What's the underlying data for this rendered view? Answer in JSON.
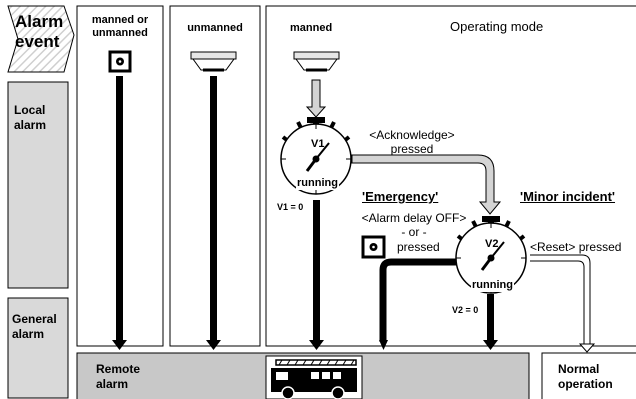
{
  "row_labels": {
    "alarm_event": [
      "Alarm",
      "event"
    ],
    "local_alarm": [
      "Local",
      "alarm"
    ],
    "general_alarm": [
      "General",
      "alarm"
    ],
    "remote_alarm": [
      "Remote",
      "alarm"
    ],
    "normal_operation": [
      "Normal",
      "operation"
    ]
  },
  "columns": {
    "manned_or_unmanned": [
      "manned or",
      "unmanned"
    ],
    "unmanned": "unmanned",
    "manned": "manned",
    "operating_mode": "Operating mode"
  },
  "timers": {
    "v1": {
      "name": "V1",
      "state": "running",
      "zero_label": "V1 = 0"
    },
    "v2": {
      "name": "V2",
      "state": "running",
      "zero_label": "V2 = 0"
    }
  },
  "acknowledge": {
    "key": "<Acknowledge>",
    "action": "pressed"
  },
  "emergency": {
    "title": "'Emergency'",
    "line1": "<Alarm delay OFF>",
    "line2": "- or -",
    "line3": "pressed"
  },
  "minor_incident": {
    "title": "'Minor incident'",
    "reset_key": "<Reset>",
    "reset_action": "pressed"
  },
  "colors": {
    "panel_gray": "#d9d9d9",
    "remote_bar": "#c8c8c8",
    "line": "#000000",
    "arrow_gray": "#bfbfbf"
  },
  "icons": [
    "button-icon",
    "detector-icon",
    "stopwatch-icon",
    "fire-truck-icon"
  ]
}
